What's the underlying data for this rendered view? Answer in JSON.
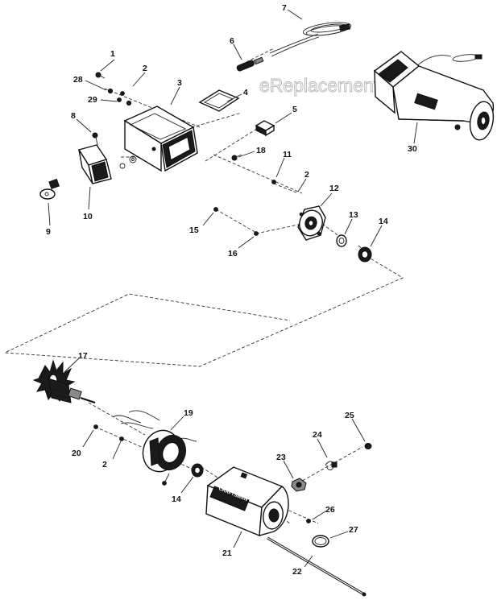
{
  "watermark": "eReplacementParts.com",
  "labels": [
    "1",
    "2",
    "3",
    "4",
    "5",
    "6",
    "7",
    "8",
    "9",
    "10",
    "11",
    "12",
    "13",
    "14",
    "15",
    "16",
    "17",
    "18",
    "19",
    "20",
    "21",
    "22",
    "23",
    "24",
    "25",
    "26",
    "27",
    "28",
    "29",
    "30"
  ],
  "housing_badge": "CRAFTSMAN"
}
